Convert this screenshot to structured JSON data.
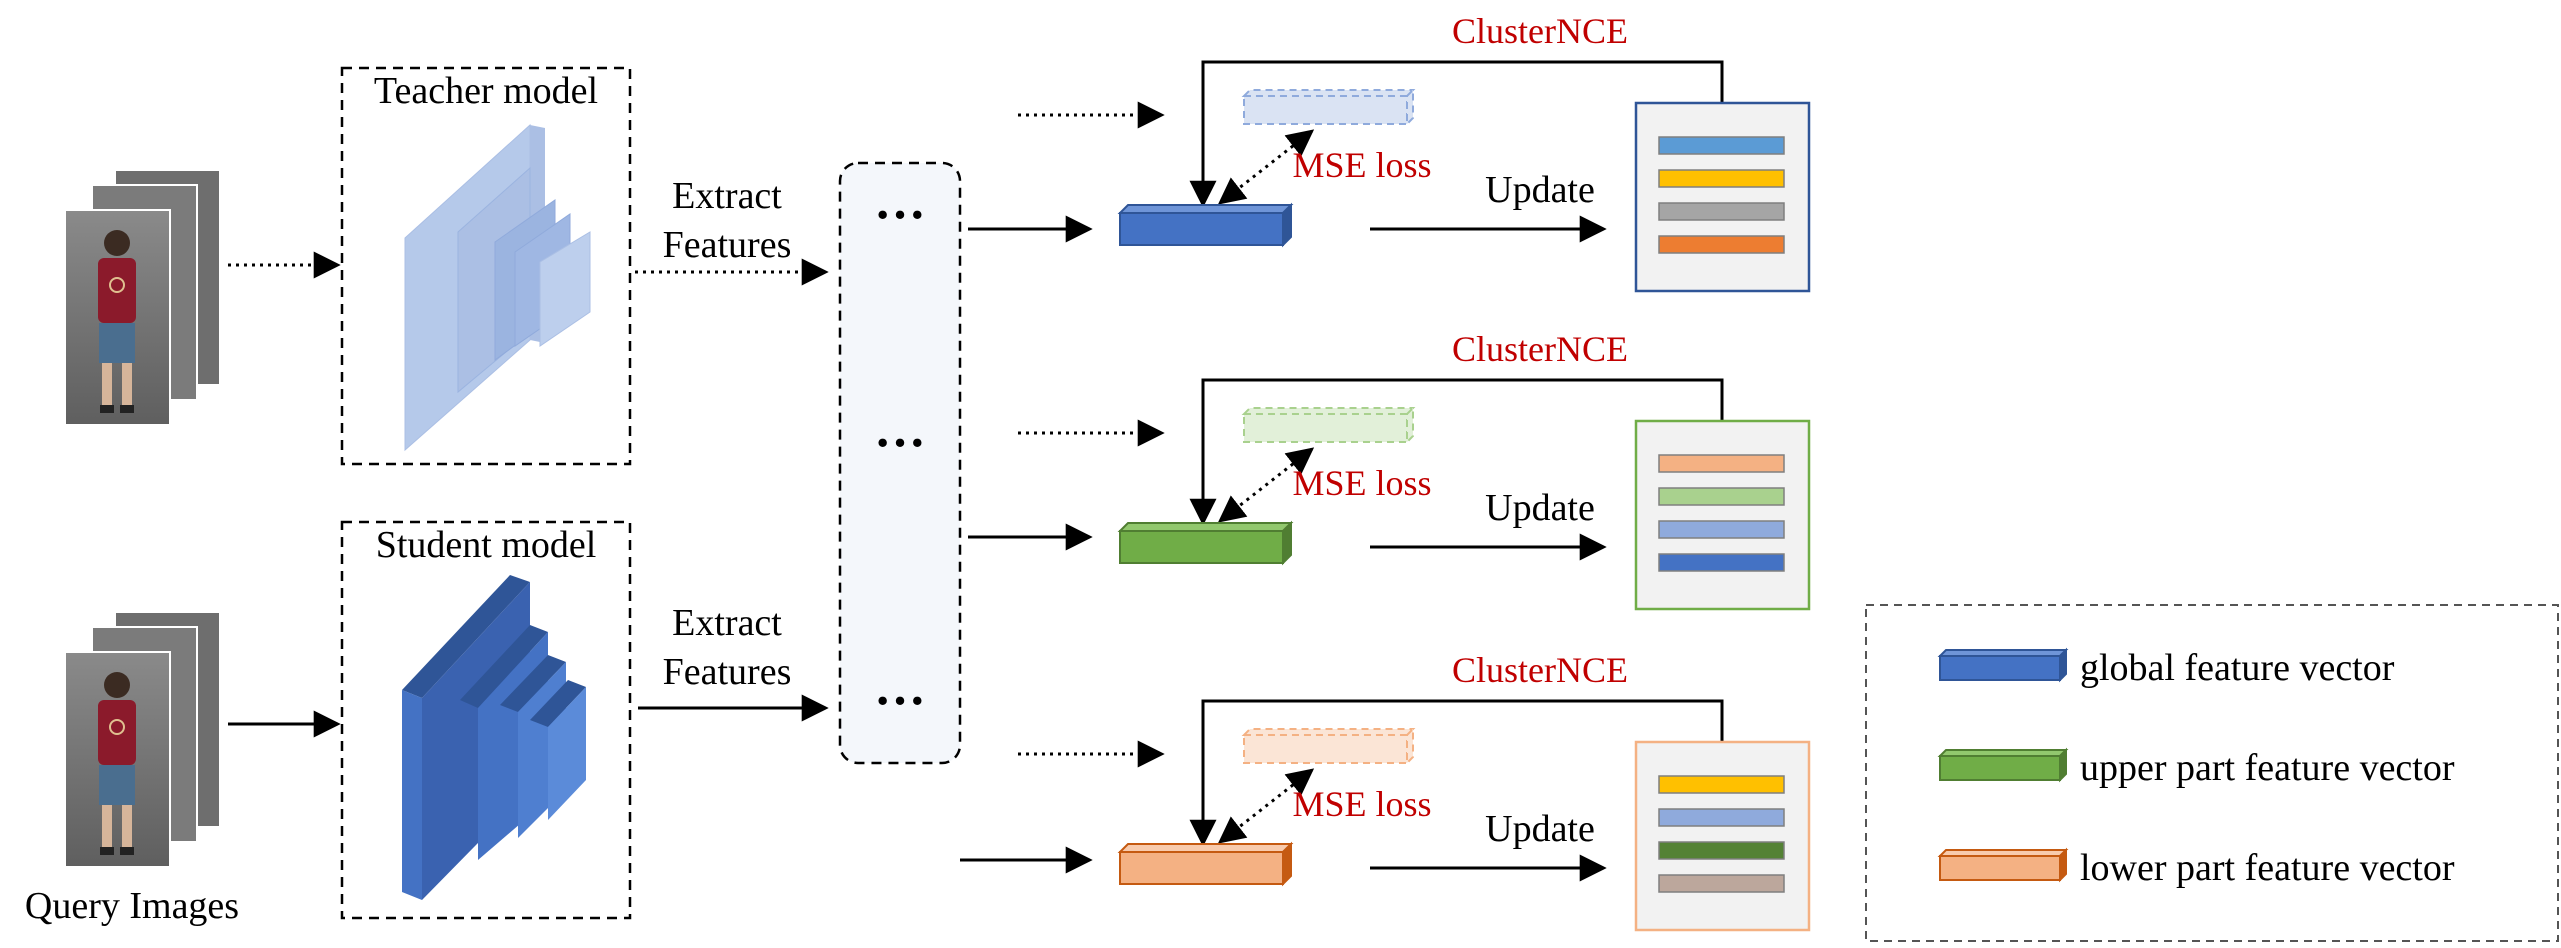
{
  "query_images_label": "Query Images",
  "teacher": {
    "title": "Teacher model",
    "extract_line1": "Extract",
    "extract_line2": "Features"
  },
  "student": {
    "title": "Student model",
    "extract_line1": "Extract",
    "extract_line2": "Features"
  },
  "buffer": {
    "dots": "···"
  },
  "branches": [
    {
      "cluster_label": "ClusterNCE",
      "mse_label": "MSE loss",
      "update_label": "Update",
      "colors": {
        "main": "#4472C4",
        "main_top": "#6F95D8",
        "main_side": "#2F5597",
        "stroke": "#2F5597",
        "memory_fill": "#DAE3F3",
        "memory_stroke": "#8FAADC",
        "bank_border": "#2F5597"
      },
      "bank_bars": [
        "#5B9BD5",
        "#FFC000",
        "#A5A5A5",
        "#ED7D31"
      ]
    },
    {
      "cluster_label": "ClusterNCE",
      "mse_label": "MSE loss",
      "update_label": "Update",
      "colors": {
        "main": "#70AD47",
        "main_top": "#92C86E",
        "main_side": "#507E32",
        "stroke": "#507E32",
        "memory_fill": "#E2F0D9",
        "memory_stroke": "#A9D18E",
        "bank_border": "#70AD47"
      },
      "bank_bars": [
        "#F4B183",
        "#A9D18E",
        "#8FAADC",
        "#4472C4"
      ]
    },
    {
      "cluster_label": "ClusterNCE",
      "mse_label": "MSE loss",
      "update_label": "Update",
      "colors": {
        "main": "#F4B183",
        "main_top": "#F8CBAD",
        "main_side": "#C55A11",
        "stroke": "#C55A11",
        "memory_fill": "#FBE5D6",
        "memory_stroke": "#F4B183",
        "bank_border": "#F4B183"
      },
      "bank_bars": [
        "#FFC000",
        "#8FAADC",
        "#548235",
        "#BCA79C"
      ]
    }
  ],
  "legend": {
    "items": [
      {
        "label": "global feature vector",
        "color": "#4472C4",
        "top": "#6F95D8",
        "side": "#2F5597"
      },
      {
        "label": "upper part feature vector",
        "color": "#70AD47",
        "top": "#92C86E",
        "side": "#507E32"
      },
      {
        "label": "lower part feature vector",
        "color": "#F4B183",
        "top": "#F8CBAD",
        "side": "#C55A11"
      }
    ]
  },
  "colors": {
    "label_red": "#C00000",
    "teacher_net": "#8FAADC",
    "student_net": "#4472C4",
    "buffer_fill": "#F4F7FB",
    "bank_fill": "#F2F2F2"
  }
}
